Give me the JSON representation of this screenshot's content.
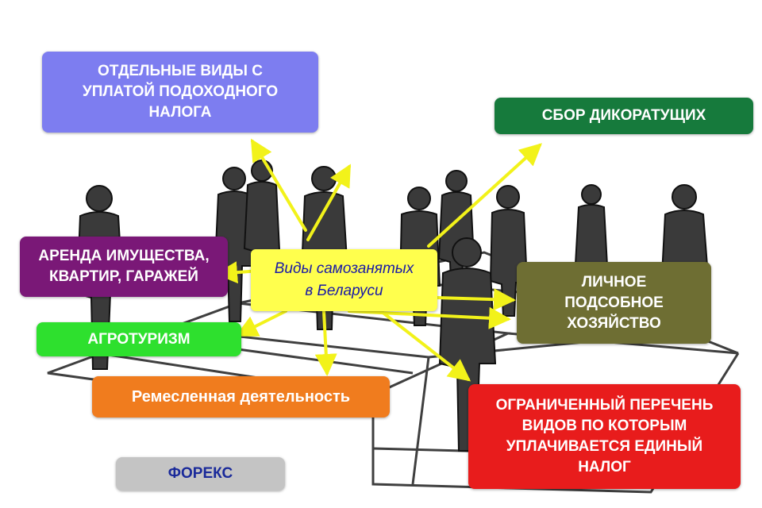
{
  "center": {
    "label": "Виды самозанятых\nв Беларуси",
    "color": "#ffff4d",
    "text_color": "#1a1aa6"
  },
  "categories": [
    {
      "id": "income-tax",
      "label": "Отдельные виды с\nуплатой подоходного\nналога",
      "color": "#7d7df0"
    },
    {
      "id": "gathering",
      "label": "Сбор дикоратущих",
      "color": "#167a3c"
    },
    {
      "id": "rent",
      "label": "Аренда имущества,\nквартир, гаражей",
      "color": "#7a1877"
    },
    {
      "id": "subsidiary-farm",
      "label": "Личное\nподсобное\nхозяйство",
      "color": "#6e6e33"
    },
    {
      "id": "agrotourism",
      "label": "Агротуризм",
      "color": "#2ee02e"
    },
    {
      "id": "crafts",
      "label": "Ремесленная деятельность",
      "color": "#f07c1e"
    },
    {
      "id": "single-tax",
      "label": "Ограниченный перечень\nвидов по которым\nуплачивается единый\nналог",
      "color": "#e81c1c"
    },
    {
      "id": "forex",
      "label": "Форекс",
      "color": "#c4c4c4",
      "text_color": "#1a2a9a"
    }
  ],
  "arrow_color": "#f2f21a",
  "background_icon": "business-people-silhouettes"
}
